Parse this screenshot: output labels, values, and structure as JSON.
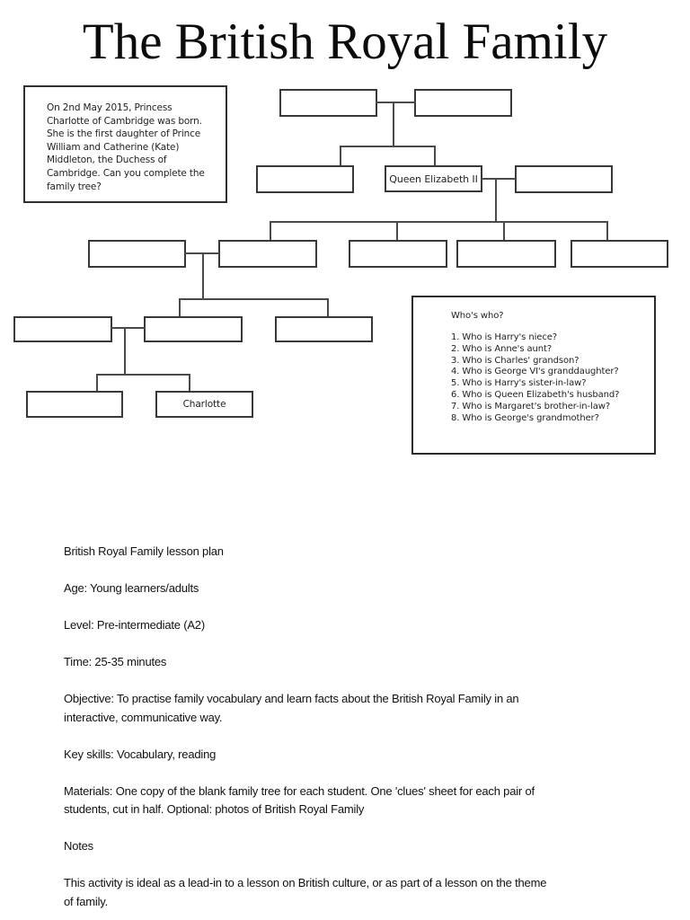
{
  "title": "The British Royal Family",
  "instruction_box": {
    "text": "On 2nd May 2015, Princess\nCharlotte of Cambridge was born.\nShe is the first daughter of Prince\nWilliam and Catherine (Kate)\nMiddleton, the Duchess of\nCambridge. Can you complete the\nfamily tree?"
  },
  "tree": {
    "boxes": [
      {
        "id": "gen1-left",
        "label": ""
      },
      {
        "id": "gen1-right",
        "label": ""
      },
      {
        "id": "gen2-sibling",
        "label": ""
      },
      {
        "id": "gen2-queen",
        "label": "Queen Elizabeth II"
      },
      {
        "id": "gen2-spouse",
        "label": ""
      },
      {
        "id": "gen3-spouse1",
        "label": ""
      },
      {
        "id": "gen3-child1",
        "label": ""
      },
      {
        "id": "gen3-child2",
        "label": ""
      },
      {
        "id": "gen3-child3",
        "label": ""
      },
      {
        "id": "gen3-child4",
        "label": ""
      },
      {
        "id": "gen4-spouse",
        "label": ""
      },
      {
        "id": "gen4-child1",
        "label": ""
      },
      {
        "id": "gen4-child2",
        "label": ""
      },
      {
        "id": "gen5-child1",
        "label": ""
      },
      {
        "id": "gen5-child2",
        "label": "Charlotte"
      }
    ]
  },
  "whos_who": {
    "title": "Who's who?",
    "questions": [
      "1. Who is Harry's niece?",
      "2. Who is Anne's aunt?",
      "3. Who is Charles' grandson?",
      "4. Who is George VI's granddaughter?",
      "5. Who is Harry's sister-in-law?",
      "6. Who is Queen Elizabeth's husband?",
      "7. Who is Margaret's brother-in-law?",
      "8. Who is George's grandmother?"
    ]
  },
  "lesson": {
    "paragraphs": [
      "British Royal Family lesson plan",
      "Age: Young learners/adults",
      "Level: Pre-intermediate (A2)",
      "Time: 25-35 minutes",
      "Objective: To practise family vocabulary and learn facts about the British Royal Family in an\ninteractive, communicative way.",
      "Key skills: Vocabulary, reading",
      "Materials: One copy of the blank family tree for each student. One 'clues' sheet for each pair of\nstudents, cut in half. Optional: photos of British Royal Family",
      "Notes",
      "This activity is ideal as a lead-in to a lesson on British culture, or as part of a lesson on the theme\nof family."
    ]
  }
}
